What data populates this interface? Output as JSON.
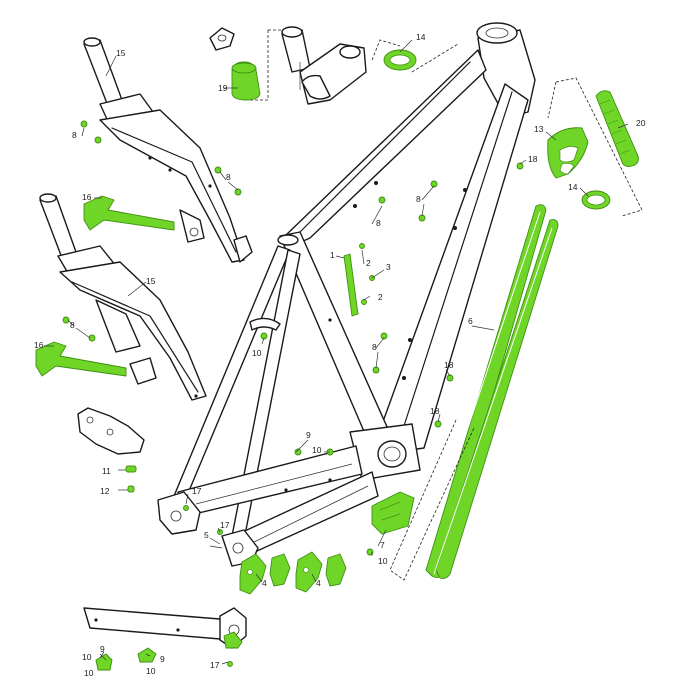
{
  "colors": {
    "accent_green": "#6fd628",
    "accent_green_dark": "#3f8f12",
    "line": "#1a1a1a",
    "background": "#ffffff"
  },
  "callouts": [
    "1",
    "2",
    "3",
    "4",
    "5",
    "6",
    "7",
    "8",
    "9",
    "10",
    "11",
    "12",
    "13",
    "14",
    "15",
    "16",
    "17",
    "18",
    "19",
    "20"
  ]
}
